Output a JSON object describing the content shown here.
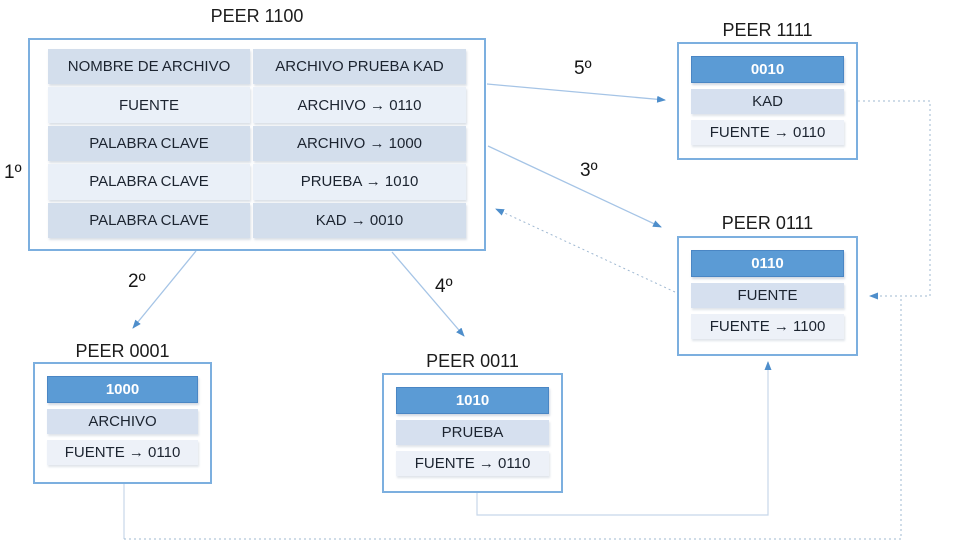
{
  "colors": {
    "accent_blue": "#5b9bd5",
    "box_border_blue": "#7cafdf",
    "row_dark": "#d3deec",
    "row_light": "#eaf0f8",
    "arrow_line": "#a5c4e6",
    "arrowhead": "#4e8ecb",
    "dotted_line": "#9fb8d2",
    "faint_line": "#c7d7ea"
  },
  "step_labels": {
    "s1": "1º",
    "s2": "2º",
    "s3": "3º",
    "s4": "4º",
    "s5": "5º"
  },
  "main_peer": {
    "title": "PEER 1100",
    "rows": [
      {
        "key": "NOMBRE DE ARCHIVO",
        "value": "ARCHIVO PRUEBA KAD"
      },
      {
        "key": "FUENTE",
        "value": "ARCHIVO → 0110"
      },
      {
        "key": "PALABRA CLAVE",
        "value": "ARCHIVO → 1000"
      },
      {
        "key": "PALABRA CLAVE",
        "value": "PRUEBA → 1010"
      },
      {
        "key": "PALABRA CLAVE",
        "value": "KAD → 0010"
      }
    ]
  },
  "peers": [
    {
      "title": "PEER 1111",
      "node_id": "0010",
      "keyword": "KAD",
      "source": "FUENTE → 0110"
    },
    {
      "title": "PEER 0111",
      "node_id": "0110",
      "keyword": "FUENTE",
      "source": "FUENTE → 1100"
    },
    {
      "title": "PEER 0001",
      "node_id": "1000",
      "keyword": "ARCHIVO",
      "source": "FUENTE → 0110"
    },
    {
      "title": "PEER 0011",
      "node_id": "1010",
      "keyword": "PRUEBA",
      "source": "FUENTE → 0110"
    }
  ]
}
